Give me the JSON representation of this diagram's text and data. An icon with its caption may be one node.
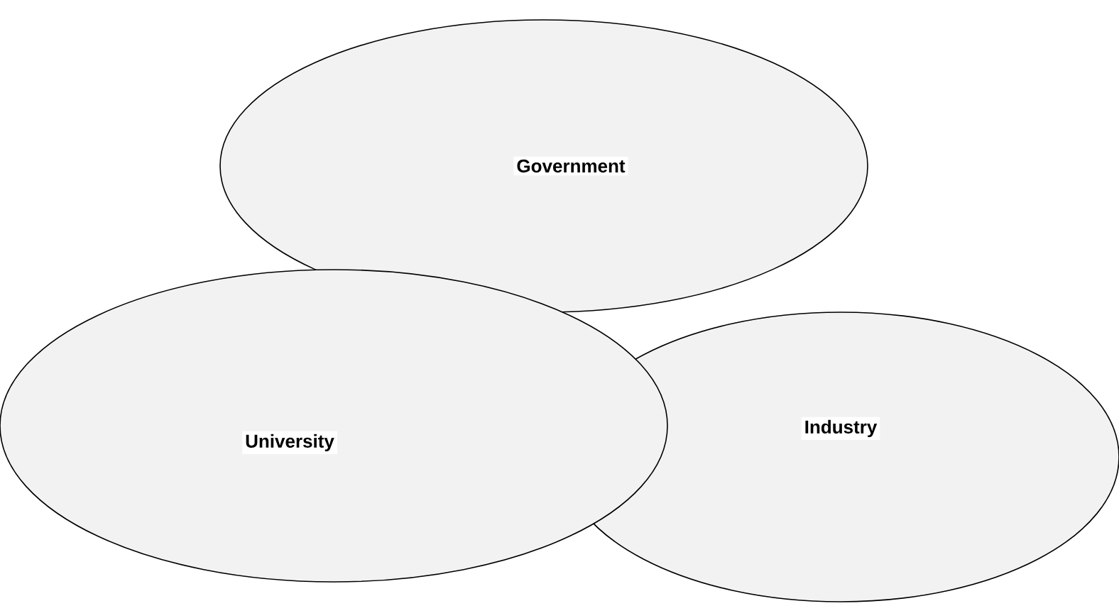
{
  "diagram": {
    "nodes": [
      {
        "text": [
          "Government"
        ]
      },
      {
        "text": [
          "University"
        ]
      },
      {
        "text": [
          "Industry"
        ]
      }
    ]
  }
}
